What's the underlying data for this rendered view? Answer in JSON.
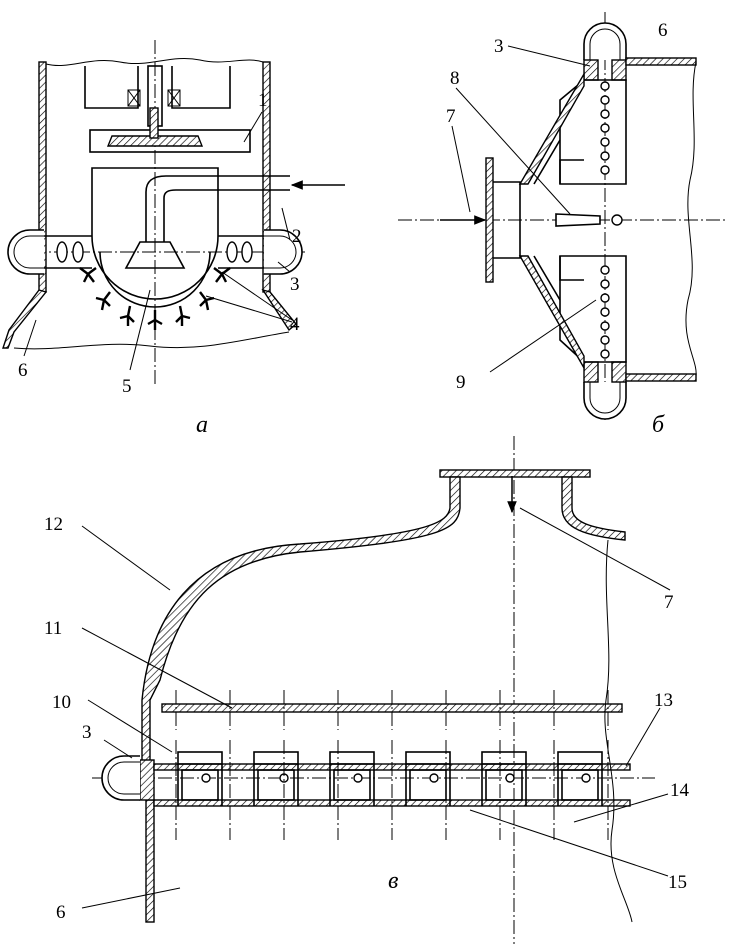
{
  "labels": {
    "n1": "1",
    "n2": "2",
    "n3a": "3",
    "n4": "4",
    "n5": "5",
    "n6a": "6",
    "n3b": "3",
    "n6b": "6",
    "n7b": "7",
    "n8": "8",
    "n9": "9",
    "n12": "12",
    "n7c": "7",
    "n11": "11",
    "n10": "10",
    "n13": "13",
    "n3c": "3",
    "n14": "14",
    "n6c": "6",
    "n15": "15"
  },
  "captions": {
    "a": "а",
    "b": "б",
    "c": "в"
  },
  "colors": {
    "ink": "#000000",
    "paper": "#ffffff"
  }
}
